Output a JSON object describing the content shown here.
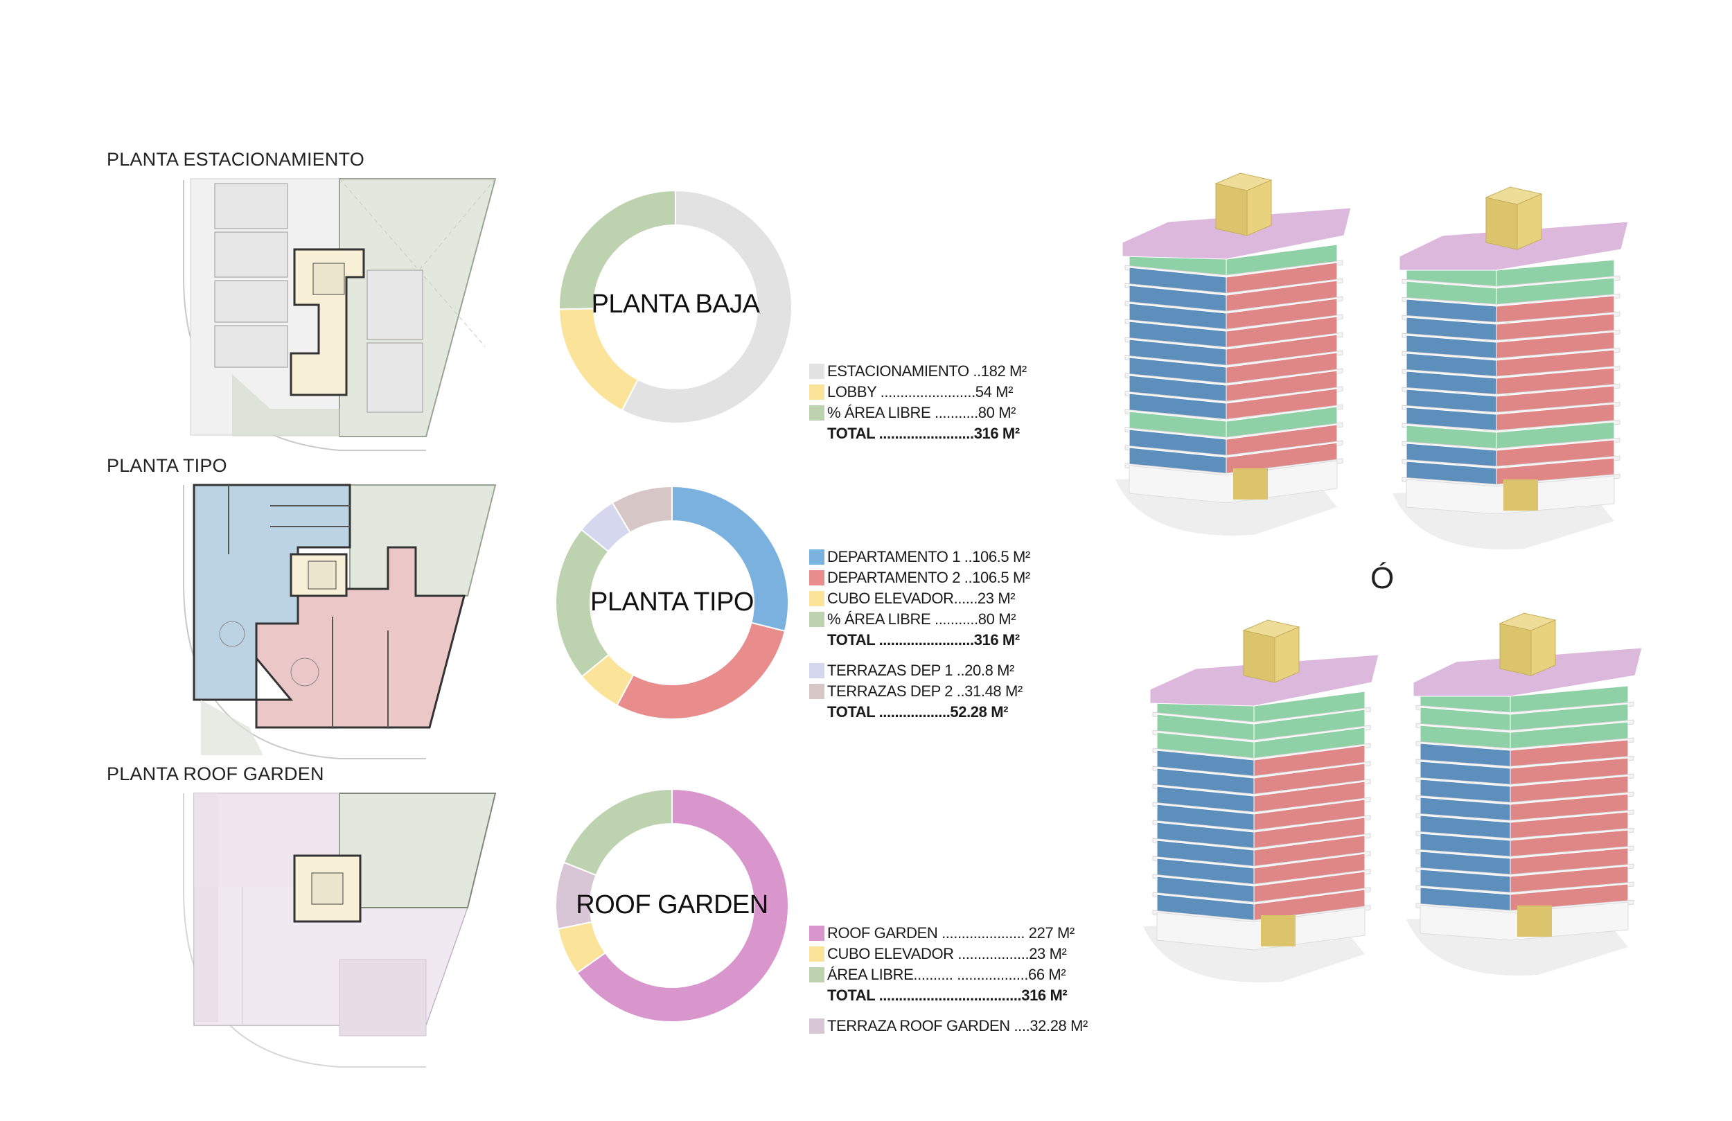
{
  "colors": {
    "parking": "#e2e2e2",
    "lobby": "#fbe49a",
    "free_area": "#bdd3b0",
    "dept1": "#7bb1df",
    "dept2": "#e88c8c",
    "elevator": "#fbe49a",
    "terrace1": "#d5d7ee",
    "terrace2": "#d7c6c6",
    "roof_garden": "#d896cc",
    "roof_terrace": "#d8c6d6",
    "tower_blue": "#5d8fbd",
    "tower_red": "#df8787",
    "tower_green": "#8fd1a6",
    "tower_roof": "#dcb8dc",
    "tower_core": "#dcc46c"
  },
  "plans": [
    {
      "title": "PLANTA ESTACIONAMIENTO"
    },
    {
      "title": "PLANTA TIPO"
    },
    {
      "title": "PLANTA ROOF GARDEN"
    }
  ],
  "chart_data": [
    {
      "type": "pie",
      "title": "PLANTA BAJA",
      "series": [
        {
          "label": "ESTACIONAMIENTO",
          "value": 182,
          "color": "#e2e2e2"
        },
        {
          "label": "LOBBY",
          "value": 54,
          "color": "#fbe49a"
        },
        {
          "label": "% ÁREA LIBRE",
          "value": 80,
          "color": "#bdd3b0"
        }
      ],
      "legend_rows": [
        {
          "swatch": "#e2e2e2",
          "text": "ESTACIONAMIENTO ..182 M²"
        },
        {
          "swatch": "#fbe49a",
          "text": "LOBBY ........................54 M²"
        },
        {
          "swatch": "#bdd3b0",
          "text": "% ÁREA LIBRE  ...........80 M²"
        },
        {
          "swatch": "",
          "text": "TOTAL  ........................316 M²",
          "total": true
        }
      ]
    },
    {
      "type": "pie",
      "title": "PLANTA TIPO",
      "series": [
        {
          "label": "DEPARTAMENTO 1",
          "value": 106.5,
          "color": "#7bb1df"
        },
        {
          "label": "DEPARTAMENTO 2",
          "value": 106.5,
          "color": "#e88c8c"
        },
        {
          "label": "CUBO ELEVADOR",
          "value": 23,
          "color": "#fbe49a"
        },
        {
          "label": "% ÁREA LIBRE",
          "value": 80,
          "color": "#bdd3b0"
        },
        {
          "label": "TERRAZAS DEP 1",
          "value": 20.8,
          "color": "#d5d7ee"
        },
        {
          "label": "TERRAZAS DEP 2",
          "value": 31.48,
          "color": "#d7c6c6"
        }
      ],
      "legend_rows": [
        {
          "swatch": "#7bb1df",
          "text": "DEPARTAMENTO 1 ..106.5 M²"
        },
        {
          "swatch": "#e88c8c",
          "text": "DEPARTAMENTO 2 ..106.5 M²"
        },
        {
          "swatch": "#fbe49a",
          "text": "CUBO ELEVADOR......23 M²"
        },
        {
          "swatch": "#bdd3b0",
          "text": "% ÁREA LIBRE  ...........80 M²"
        },
        {
          "swatch": "",
          "text": "TOTAL  ........................316 M²",
          "total": true
        },
        {
          "gap": true
        },
        {
          "swatch": "#d5d7ee",
          "text": "TERRAZAS DEP 1 ..20.8 M²"
        },
        {
          "swatch": "#d7c6c6",
          "text": "TERRAZAS DEP 2 ..31.48 M²"
        },
        {
          "swatch": "",
          "text": "TOTAL  ..................52.28 M²",
          "total": true
        }
      ]
    },
    {
      "type": "pie",
      "title": "ROOF GARDEN",
      "series": [
        {
          "label": "ROOF GARDEN",
          "value": 227,
          "color": "#d896cc"
        },
        {
          "label": "CUBO ELEVADOR",
          "value": 23,
          "color": "#fbe49a"
        },
        {
          "label": "TERRAZA ROOF GARDEN",
          "value": 32.28,
          "color": "#d8c6d6"
        },
        {
          "label": "ÁREA LIBRE",
          "value": 66,
          "color": "#bdd3b0"
        }
      ],
      "legend_rows": [
        {
          "swatch": "#d896cc",
          "text": "ROOF GARDEN ..................... 227 M²"
        },
        {
          "swatch": "#fbe49a",
          "text": "CUBO ELEVADOR ..................23 M²"
        },
        {
          "swatch": "#bdd3b0",
          "text": "ÁREA LIBRE.......... ..................66 M²"
        },
        {
          "swatch": "",
          "text": "TOTAL  ....................................316 M²",
          "total": true
        },
        {
          "gap": true
        },
        {
          "swatch": "#d8c6d6",
          "text": "TERRAZA ROOF GARDEN ....32.28 M²"
        }
      ]
    }
  ],
  "or_label": "Ó"
}
